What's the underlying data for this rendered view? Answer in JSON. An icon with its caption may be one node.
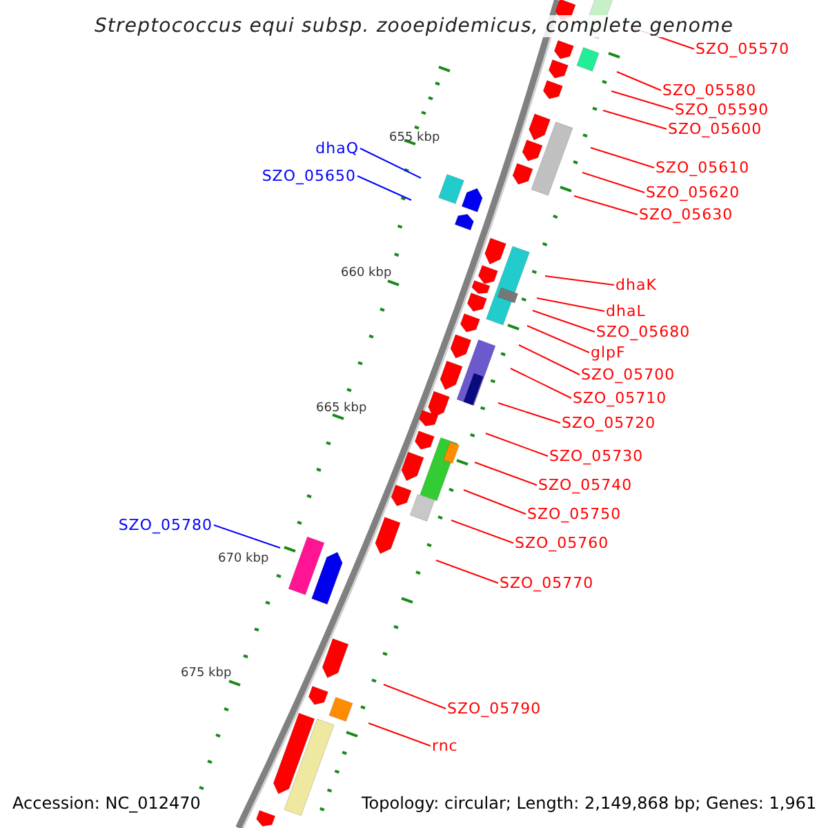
{
  "diagram": {
    "title": "Streptococcus equi subsp. zooepidemicus, complete genome",
    "nodes": [
      {
        "text": [
          "SZO_05570"
        ]
      },
      {
        "text": [
          "SZO_05580"
        ]
      },
      {
        "text": [
          "SZO_05590"
        ]
      },
      {
        "text": [
          "SZO_05600"
        ]
      },
      {
        "text": [
          "dhaQ"
        ]
      },
      {
        "text": [
          "SZO_05610"
        ]
      },
      {
        "text": [
          "SZO_05650"
        ]
      },
      {
        "text": [
          "SZO_05620"
        ]
      },
      {
        "text": [
          "SZO_05630"
        ]
      },
      {
        "text": [
          "dhaK"
        ]
      },
      {
        "text": [
          "dhaL"
        ]
      },
      {
        "text": [
          "SZO_05680"
        ]
      },
      {
        "text": [
          "glpF"
        ]
      },
      {
        "text": [
          "SZO_05700"
        ]
      },
      {
        "text": [
          "SZO_05710"
        ]
      },
      {
        "text": [
          "SZO_05720"
        ]
      },
      {
        "text": [
          "SZO_05730"
        ]
      },
      {
        "text": [
          "SZO_05740"
        ]
      },
      {
        "text": [
          "SZO_05750"
        ]
      },
      {
        "text": [
          "SZO_05780"
        ]
      },
      {
        "text": [
          "SZO_05760"
        ]
      },
      {
        "text": [
          "SZO_05770"
        ]
      },
      {
        "text": [
          "SZO_05790"
        ]
      },
      {
        "text": [
          "rnc"
        ]
      }
    ],
    "edges": [
      {
        "from": 0,
        "to": null,
        "arrow": "none"
      },
      {
        "from": 1,
        "to": null,
        "arrow": "none"
      },
      {
        "from": 2,
        "to": null,
        "arrow": "none"
      },
      {
        "from": 3,
        "to": null,
        "arrow": "none"
      },
      {
        "from": 4,
        "to": null,
        "arrow": "none",
        "color": "#0000ff"
      },
      {
        "from": 5,
        "to": null,
        "arrow": "none"
      },
      {
        "from": 6,
        "to": null,
        "arrow": "none",
        "color": "#0000ff"
      },
      {
        "from": 7,
        "to": null,
        "arrow": "none"
      },
      {
        "from": 8,
        "to": null,
        "arrow": "none"
      },
      {
        "from": 9,
        "to": null,
        "arrow": "none"
      },
      {
        "from": 10,
        "to": null,
        "arrow": "none"
      },
      {
        "from": 11,
        "to": null,
        "arrow": "none"
      },
      {
        "from": 12,
        "to": null,
        "arrow": "none"
      },
      {
        "from": 13,
        "to": null,
        "arrow": "none"
      },
      {
        "from": 14,
        "to": null,
        "arrow": "none"
      },
      {
        "from": 15,
        "to": null,
        "arrow": "none"
      },
      {
        "from": 16,
        "to": null,
        "arrow": "none"
      },
      {
        "from": 17,
        "to": null,
        "arrow": "none"
      },
      {
        "from": 18,
        "to": null,
        "arrow": "none"
      },
      {
        "from": 19,
        "to": null,
        "arrow": "none",
        "color": "#0000ff"
      },
      {
        "from": 20,
        "to": null,
        "arrow": "none"
      },
      {
        "from": 21,
        "to": null,
        "arrow": "none"
      },
      {
        "from": 22,
        "to": null,
        "arrow": "none"
      },
      {
        "from": 23,
        "to": null,
        "arrow": "none"
      }
    ],
    "labels": [
      "655 kbp",
      "660 kbp",
      "665 kbp",
      "670 kbp",
      "675 kbp",
      "Accession: NC_012470",
      "Topology: circular; Length: 2,149,868 bp; Genes: 1,961"
    ]
  }
}
